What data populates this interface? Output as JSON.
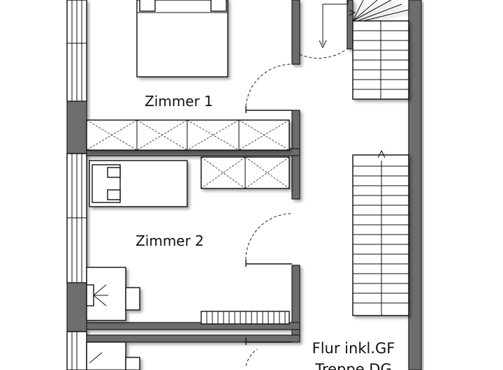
{
  "rooms": {
    "zimmer1": "Zimmer 1",
    "zimmer2": "Zimmer 2",
    "flur_line1": "Flur inkl.GF",
    "flur_line2": "Treppe DG"
  }
}
